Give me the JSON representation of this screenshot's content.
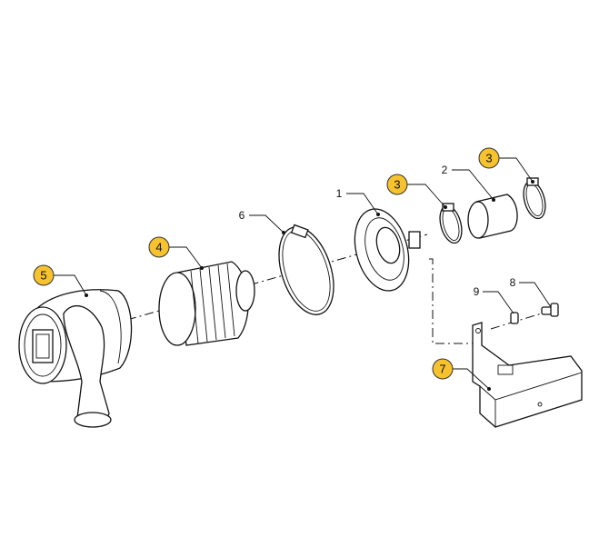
{
  "diagram": {
    "callout_color": "#F6C22D",
    "labels": [
      {
        "id": "5",
        "highlighted": true
      },
      {
        "id": "4",
        "highlighted": true
      },
      {
        "id": "6",
        "highlighted": false
      },
      {
        "id": "1",
        "highlighted": false
      },
      {
        "id": "3",
        "highlighted": true
      },
      {
        "id": "2",
        "highlighted": false
      },
      {
        "id": "3",
        "highlighted": true
      },
      {
        "id": "8",
        "highlighted": false
      },
      {
        "id": "9",
        "highlighted": false
      },
      {
        "id": "7",
        "highlighted": true
      }
    ]
  }
}
